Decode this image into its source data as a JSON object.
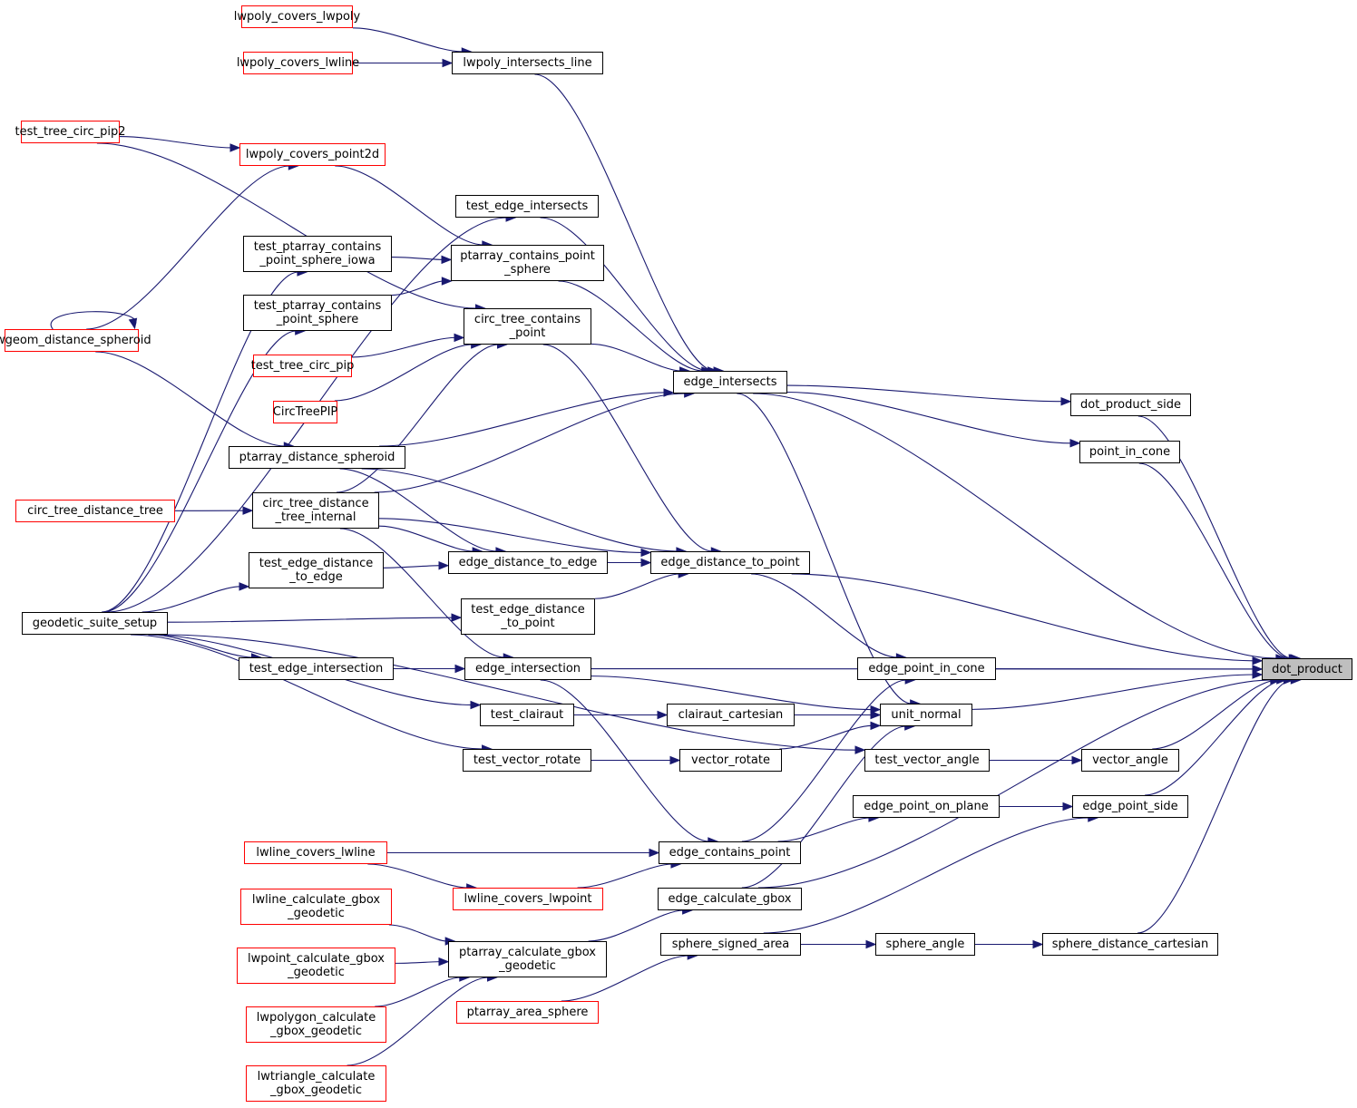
{
  "title": "dot_product caller graph",
  "colors": {
    "edge": "#191970",
    "focus_fill": "#bfbfbf",
    "truncated_border": "#ff0000",
    "node_border": "#000000"
  },
  "nodes": [
    {
      "id": "dot_product",
      "label": "dot_product",
      "kind": "focus"
    },
    {
      "id": "lwpoly_covers_lwpoly",
      "label": "lwpoly_covers_lwpoly",
      "kind": "truncated"
    },
    {
      "id": "lwpoly_covers_lwline",
      "label": "lwpoly_covers_lwline",
      "kind": "truncated"
    },
    {
      "id": "lwpoly_intersects_line",
      "label": "lwpoly_intersects_line",
      "kind": "normal"
    },
    {
      "id": "test_tree_circ_pip2",
      "label": "test_tree_circ_pip2",
      "kind": "truncated"
    },
    {
      "id": "lwpoly_covers_point2d",
      "label": "lwpoly_covers_point2d",
      "kind": "truncated"
    },
    {
      "id": "test_edge_intersects",
      "label": "test_edge_intersects",
      "kind": "normal"
    },
    {
      "id": "test_ptarray_contains_point_sphere_iowa",
      "label": "test_ptarray_contains\n_point_sphere_iowa",
      "kind": "normal"
    },
    {
      "id": "ptarray_contains_point_sphere",
      "label": "ptarray_contains_point\n_sphere",
      "kind": "normal"
    },
    {
      "id": "test_ptarray_contains_point_sphere",
      "label": "test_ptarray_contains\n_point_sphere",
      "kind": "normal"
    },
    {
      "id": "circ_tree_contains_point",
      "label": "circ_tree_contains\n_point",
      "kind": "normal"
    },
    {
      "id": "lwgeom_distance_spheroid",
      "label": "lwgeom_distance_spheroid",
      "kind": "truncated"
    },
    {
      "id": "test_tree_circ_pip",
      "label": "test_tree_circ_pip",
      "kind": "truncated"
    },
    {
      "id": "CircTreePIP",
      "label": "CircTreePIP",
      "kind": "truncated"
    },
    {
      "id": "edge_intersects",
      "label": "edge_intersects",
      "kind": "normal"
    },
    {
      "id": "dot_product_side",
      "label": "dot_product_side",
      "kind": "normal"
    },
    {
      "id": "point_in_cone",
      "label": "point_in_cone",
      "kind": "normal"
    },
    {
      "id": "ptarray_distance_spheroid",
      "label": "ptarray_distance_spheroid",
      "kind": "normal"
    },
    {
      "id": "circ_tree_distance_tree",
      "label": "circ_tree_distance_tree",
      "kind": "truncated"
    },
    {
      "id": "circ_tree_distance_tree_internal",
      "label": "circ_tree_distance\n_tree_internal",
      "kind": "normal"
    },
    {
      "id": "test_edge_distance_to_edge",
      "label": "test_edge_distance\n_to_edge",
      "kind": "normal"
    },
    {
      "id": "edge_distance_to_edge",
      "label": "edge_distance_to_edge",
      "kind": "normal"
    },
    {
      "id": "edge_distance_to_point",
      "label": "edge_distance_to_point",
      "kind": "normal"
    },
    {
      "id": "geodetic_suite_setup",
      "label": "geodetic_suite_setup",
      "kind": "normal"
    },
    {
      "id": "test_edge_distance_to_point",
      "label": "test_edge_distance\n_to_point",
      "kind": "normal"
    },
    {
      "id": "test_edge_intersection",
      "label": "test_edge_intersection",
      "kind": "normal"
    },
    {
      "id": "edge_intersection",
      "label": "edge_intersection",
      "kind": "normal"
    },
    {
      "id": "edge_point_in_cone",
      "label": "edge_point_in_cone",
      "kind": "normal"
    },
    {
      "id": "test_clairaut",
      "label": "test_clairaut",
      "kind": "normal"
    },
    {
      "id": "clairaut_cartesian",
      "label": "clairaut_cartesian",
      "kind": "normal"
    },
    {
      "id": "unit_normal",
      "label": "unit_normal",
      "kind": "normal"
    },
    {
      "id": "test_vector_rotate",
      "label": "test_vector_rotate",
      "kind": "normal"
    },
    {
      "id": "vector_rotate",
      "label": "vector_rotate",
      "kind": "normal"
    },
    {
      "id": "test_vector_angle",
      "label": "test_vector_angle",
      "kind": "normal"
    },
    {
      "id": "vector_angle",
      "label": "vector_angle",
      "kind": "normal"
    },
    {
      "id": "edge_point_on_plane",
      "label": "edge_point_on_plane",
      "kind": "normal"
    },
    {
      "id": "edge_point_side",
      "label": "edge_point_side",
      "kind": "normal"
    },
    {
      "id": "lwline_covers_lwline",
      "label": "lwline_covers_lwline",
      "kind": "truncated"
    },
    {
      "id": "edge_contains_point",
      "label": "edge_contains_point",
      "kind": "normal"
    },
    {
      "id": "lwline_covers_lwpoint",
      "label": "lwline_covers_lwpoint",
      "kind": "truncated"
    },
    {
      "id": "lwline_calculate_gbox_geodetic",
      "label": "lwline_calculate_gbox\n_geodetic",
      "kind": "truncated"
    },
    {
      "id": "edge_calculate_gbox",
      "label": "edge_calculate_gbox",
      "kind": "normal"
    },
    {
      "id": "lwpoint_calculate_gbox_geodetic",
      "label": "lwpoint_calculate_gbox\n_geodetic",
      "kind": "truncated"
    },
    {
      "id": "ptarray_calculate_gbox_geodetic",
      "label": "ptarray_calculate_gbox\n_geodetic",
      "kind": "normal"
    },
    {
      "id": "sphere_signed_area",
      "label": "sphere_signed_area",
      "kind": "normal"
    },
    {
      "id": "sphere_angle",
      "label": "sphere_angle",
      "kind": "normal"
    },
    {
      "id": "sphere_distance_cartesian",
      "label": "sphere_distance_cartesian",
      "kind": "normal"
    },
    {
      "id": "lwpolygon_calculate_gbox_geodetic",
      "label": "lwpolygon_calculate\n_gbox_geodetic",
      "kind": "truncated"
    },
    {
      "id": "ptarray_area_sphere",
      "label": "ptarray_area_sphere",
      "kind": "truncated"
    },
    {
      "id": "lwtriangle_calculate_gbox_geodetic",
      "label": "lwtriangle_calculate\n_gbox_geodetic",
      "kind": "truncated"
    }
  ],
  "edges": [
    [
      "lwpoly_covers_lwpoly",
      "lwpoly_intersects_line"
    ],
    [
      "lwpoly_covers_lwline",
      "lwpoly_intersects_line"
    ],
    [
      "lwpoly_intersects_line",
      "edge_intersects"
    ],
    [
      "test_tree_circ_pip2",
      "lwpoly_covers_point2d"
    ],
    [
      "test_tree_circ_pip2",
      "circ_tree_contains_point"
    ],
    [
      "lwpoly_covers_point2d",
      "ptarray_contains_point_sphere"
    ],
    [
      "lwgeom_distance_spheroid",
      "lwpoly_covers_point2d"
    ],
    [
      "lwgeom_distance_spheroid",
      "lwgeom_distance_spheroid"
    ],
    [
      "lwgeom_distance_spheroid",
      "ptarray_distance_spheroid"
    ],
    [
      "geodetic_suite_setup",
      "test_edge_intersects"
    ],
    [
      "test_edge_intersects",
      "edge_intersects"
    ],
    [
      "geodetic_suite_setup",
      "test_ptarray_contains_point_sphere_iowa"
    ],
    [
      "test_ptarray_contains_point_sphere_iowa",
      "ptarray_contains_point_sphere"
    ],
    [
      "geodetic_suite_setup",
      "test_ptarray_contains_point_sphere"
    ],
    [
      "test_ptarray_contains_point_sphere",
      "ptarray_contains_point_sphere"
    ],
    [
      "ptarray_contains_point_sphere",
      "edge_intersects"
    ],
    [
      "test_tree_circ_pip",
      "circ_tree_contains_point"
    ],
    [
      "CircTreePIP",
      "circ_tree_contains_point"
    ],
    [
      "circ_tree_contains_point",
      "edge_intersects"
    ],
    [
      "circ_tree_contains_point",
      "edge_distance_to_point"
    ],
    [
      "ptarray_distance_spheroid",
      "edge_intersects"
    ],
    [
      "ptarray_distance_spheroid",
      "edge_distance_to_edge"
    ],
    [
      "ptarray_distance_spheroid",
      "edge_distance_to_point"
    ],
    [
      "circ_tree_distance_tree",
      "circ_tree_distance_tree_internal"
    ],
    [
      "circ_tree_distance_tree_internal",
      "circ_tree_contains_point"
    ],
    [
      "circ_tree_distance_tree_internal",
      "edge_intersects"
    ],
    [
      "circ_tree_distance_tree_internal",
      "edge_distance_to_edge"
    ],
    [
      "circ_tree_distance_tree_internal",
      "edge_distance_to_point"
    ],
    [
      "circ_tree_distance_tree_internal",
      "edge_intersection"
    ],
    [
      "geodetic_suite_setup",
      "test_edge_distance_to_edge"
    ],
    [
      "test_edge_distance_to_edge",
      "edge_distance_to_edge"
    ],
    [
      "edge_distance_to_edge",
      "edge_distance_to_point"
    ],
    [
      "geodetic_suite_setup",
      "test_edge_distance_to_point"
    ],
    [
      "test_edge_distance_to_point",
      "edge_distance_to_point"
    ],
    [
      "edge_intersects",
      "dot_product_side"
    ],
    [
      "edge_intersects",
      "point_in_cone"
    ],
    [
      "edge_intersects",
      "dot_product"
    ],
    [
      "edge_intersects",
      "unit_normal"
    ],
    [
      "dot_product_side",
      "dot_product"
    ],
    [
      "point_in_cone",
      "dot_product"
    ],
    [
      "edge_distance_to_point",
      "dot_product"
    ],
    [
      "edge_distance_to_point",
      "edge_point_in_cone"
    ],
    [
      "geodetic_suite_setup",
      "test_edge_intersection"
    ],
    [
      "test_edge_intersection",
      "edge_intersection"
    ],
    [
      "edge_intersection",
      "dot_product"
    ],
    [
      "edge_intersection",
      "unit_normal"
    ],
    [
      "edge_intersection",
      "edge_contains_point"
    ],
    [
      "edge_point_in_cone",
      "dot_product"
    ],
    [
      "geodetic_suite_setup",
      "test_clairaut"
    ],
    [
      "test_clairaut",
      "clairaut_cartesian"
    ],
    [
      "clairaut_cartesian",
      "unit_normal"
    ],
    [
      "unit_normal",
      "dot_product"
    ],
    [
      "geodetic_suite_setup",
      "test_vector_rotate"
    ],
    [
      "test_vector_rotate",
      "vector_rotate"
    ],
    [
      "vector_rotate",
      "unit_normal"
    ],
    [
      "geodetic_suite_setup",
      "test_vector_angle"
    ],
    [
      "test_vector_angle",
      "vector_angle"
    ],
    [
      "vector_angle",
      "dot_product"
    ],
    [
      "edge_point_on_plane",
      "edge_point_side"
    ],
    [
      "edge_point_side",
      "dot_product"
    ],
    [
      "lwline_covers_lwline",
      "edge_contains_point"
    ],
    [
      "lwline_covers_lwline",
      "lwline_covers_lwpoint"
    ],
    [
      "lwline_covers_lwpoint",
      "edge_contains_point"
    ],
    [
      "edge_contains_point",
      "edge_point_in_cone"
    ],
    [
      "edge_contains_point",
      "edge_point_on_plane"
    ],
    [
      "edge_calculate_gbox",
      "unit_normal"
    ],
    [
      "edge_calculate_gbox",
      "dot_product"
    ],
    [
      "lwline_calculate_gbox_geodetic",
      "ptarray_calculate_gbox_geodetic"
    ],
    [
      "lwpoint_calculate_gbox_geodetic",
      "ptarray_calculate_gbox_geodetic"
    ],
    [
      "lwpolygon_calculate_gbox_geodetic",
      "ptarray_calculate_gbox_geodetic"
    ],
    [
      "lwtriangle_calculate_gbox_geodetic",
      "ptarray_calculate_gbox_geodetic"
    ],
    [
      "ptarray_calculate_gbox_geodetic",
      "edge_calculate_gbox"
    ],
    [
      "ptarray_area_sphere",
      "sphere_signed_area"
    ],
    [
      "sphere_signed_area",
      "edge_point_side"
    ],
    [
      "sphere_signed_area",
      "sphere_angle"
    ],
    [
      "sphere_angle",
      "sphere_distance_cartesian"
    ],
    [
      "sphere_distance_cartesian",
      "dot_product"
    ]
  ]
}
